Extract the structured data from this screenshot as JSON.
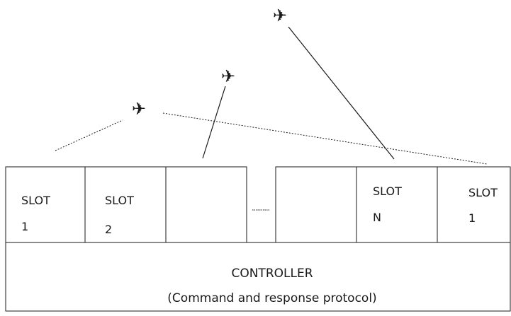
{
  "slots": [
    {
      "line1": "SLOT",
      "line2": "1"
    },
    {
      "line1": "SLOT",
      "line2": "2"
    },
    {
      "line1": "",
      "line2": ""
    },
    {
      "line1": "",
      "line2": ""
    },
    {
      "line1": "SLOT",
      "line2": "N"
    },
    {
      "line1": "SLOT",
      "line2": "1"
    }
  ],
  "controller": {
    "title": "CONTROLLER",
    "subtitle": "(Command and response protocol)"
  },
  "aircraft": [
    {
      "icon": "airplane-icon",
      "glyph": "✈"
    },
    {
      "icon": "airplane-icon",
      "glyph": "✈"
    },
    {
      "icon": "airplane-icon",
      "glyph": "✈"
    }
  ]
}
